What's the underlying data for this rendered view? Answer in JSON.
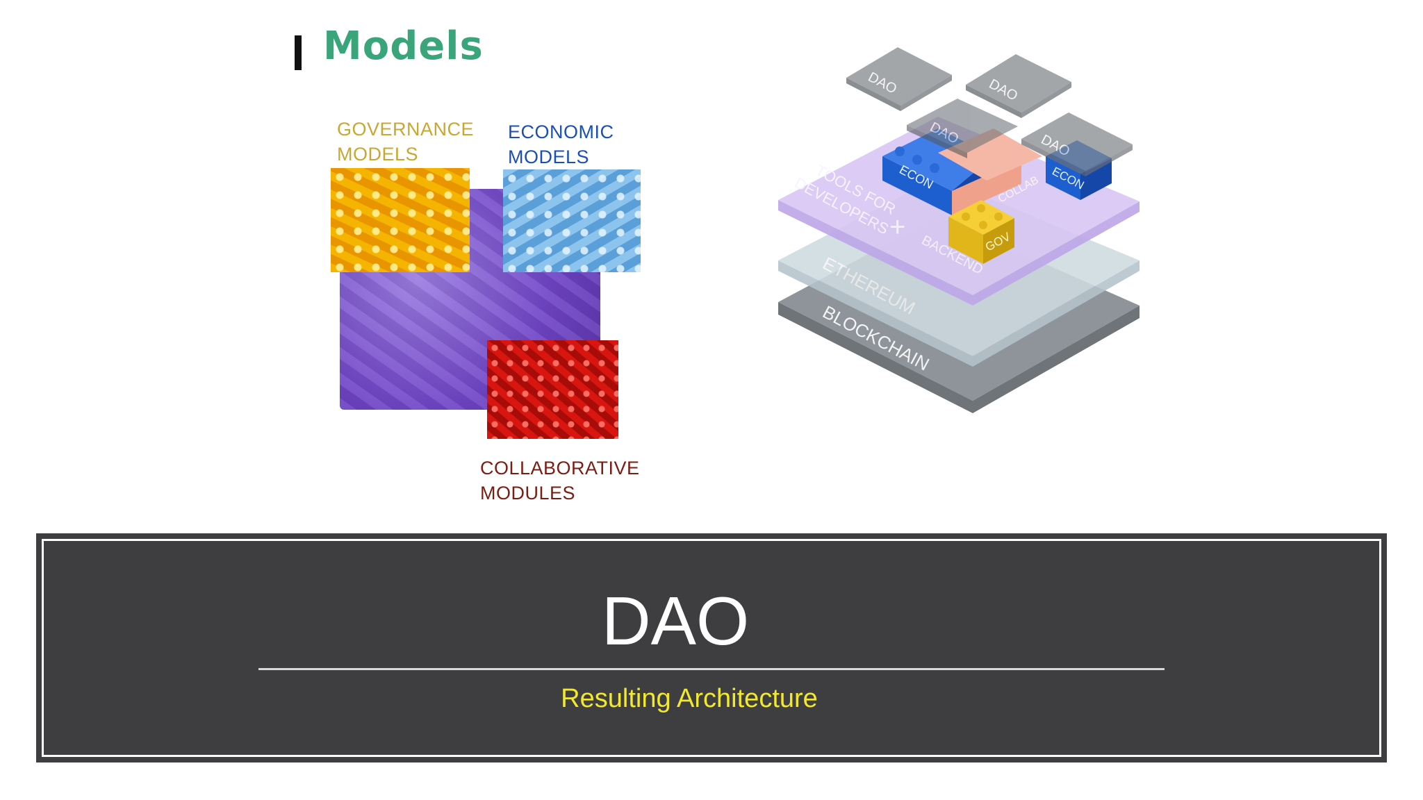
{
  "heading": {
    "title": "Models"
  },
  "categories": {
    "governance": {
      "line1": "GOVERNANCE",
      "line2": "MODELS",
      "color": "#c8a832"
    },
    "economic": {
      "line1": "ECONOMIC",
      "line2": "MODELS",
      "color": "#1b4fb8"
    },
    "collaborative": {
      "line1": "COLLABORATIVE",
      "line2": "MODULES",
      "color": "#7a1d12"
    }
  },
  "diagram": {
    "layers": {
      "blockchain": "BLOCKCHAIN",
      "ethereum": "ETHEREUM",
      "tools": "TOOLS FOR",
      "developers": "DEVELOPERS",
      "plus": "+",
      "backend": "BACKEND"
    },
    "blocks": {
      "econ_left": "ECON",
      "econ_right": "ECON",
      "collab": "COLLAB",
      "gov": "GOV"
    },
    "dao_tiles": [
      "DAO",
      "DAO",
      "DAO",
      "DAO"
    ]
  },
  "panel": {
    "title": "DAO",
    "subtitle": "Resulting Architecture",
    "background": "#3e3d40",
    "subtitle_color": "#f2e92c"
  }
}
